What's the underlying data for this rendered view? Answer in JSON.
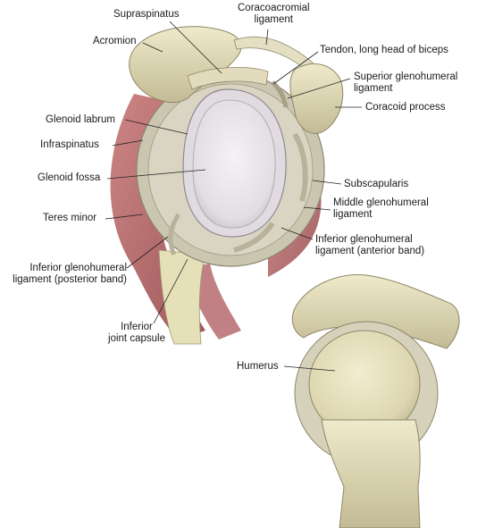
{
  "labels": {
    "supraspinatus": "Supraspinatus",
    "coracoacromial_ligament": "Coracoacromial\nligament",
    "acromion": "Acromion",
    "tendon_biceps": "Tendon, long head of biceps",
    "superior_gh_ligament": "Superior glenohumeral\nligament",
    "coracoid_process": "Coracoid process",
    "glenoid_labrum": "Glenoid labrum",
    "infraspinatus": "Infraspinatus",
    "glenoid_fossa": "Glenoid fossa",
    "subscapularis": "Subscapularis",
    "middle_gh_ligament": "Middle glenohumeral\nligament",
    "teres_minor": "Teres minor",
    "inferior_gh_ligament_anterior": "Inferior glenohumeral\nligament (anterior band)",
    "inferior_gh_ligament_posterior": "Inferior glenohumeral\nligament (posterior band)",
    "inferior_joint_capsule": "Inferior\njoint capsule",
    "humerus": "Humerus"
  },
  "colors": {
    "bone": "#e9e4c4",
    "bone_shadow": "#b9b190",
    "capsule": "#cfcab4",
    "glenoid": "#ece9ec",
    "muscle": "#b2585a",
    "muscle_dark": "#7f2b2f",
    "tendon": "#dcd7b5",
    "line": "#222222"
  }
}
